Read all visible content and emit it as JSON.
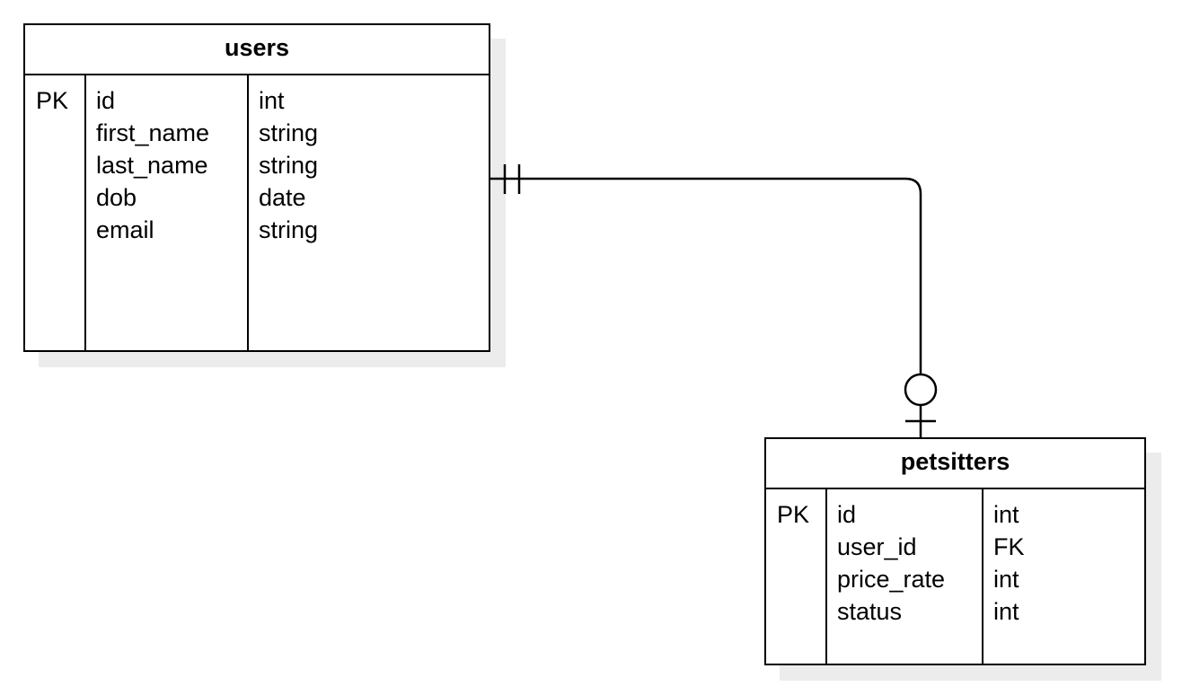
{
  "entities": {
    "users": {
      "name": "users",
      "key_label": "PK",
      "fields": [
        "id",
        "first_name",
        "last_name",
        "dob",
        "email"
      ],
      "types": [
        "int",
        "string",
        "string",
        "date",
        "string"
      ]
    },
    "petsitters": {
      "name": "petsitters",
      "key_label": "PK",
      "fields": [
        "id",
        "user_id",
        "price_rate",
        "status"
      ],
      "types": [
        "int",
        "FK",
        "int",
        "int"
      ]
    }
  },
  "relationship": {
    "from": "users",
    "to": "petsitters",
    "from_cardinality": "one-and-only-one",
    "to_cardinality": "zero-or-one"
  }
}
